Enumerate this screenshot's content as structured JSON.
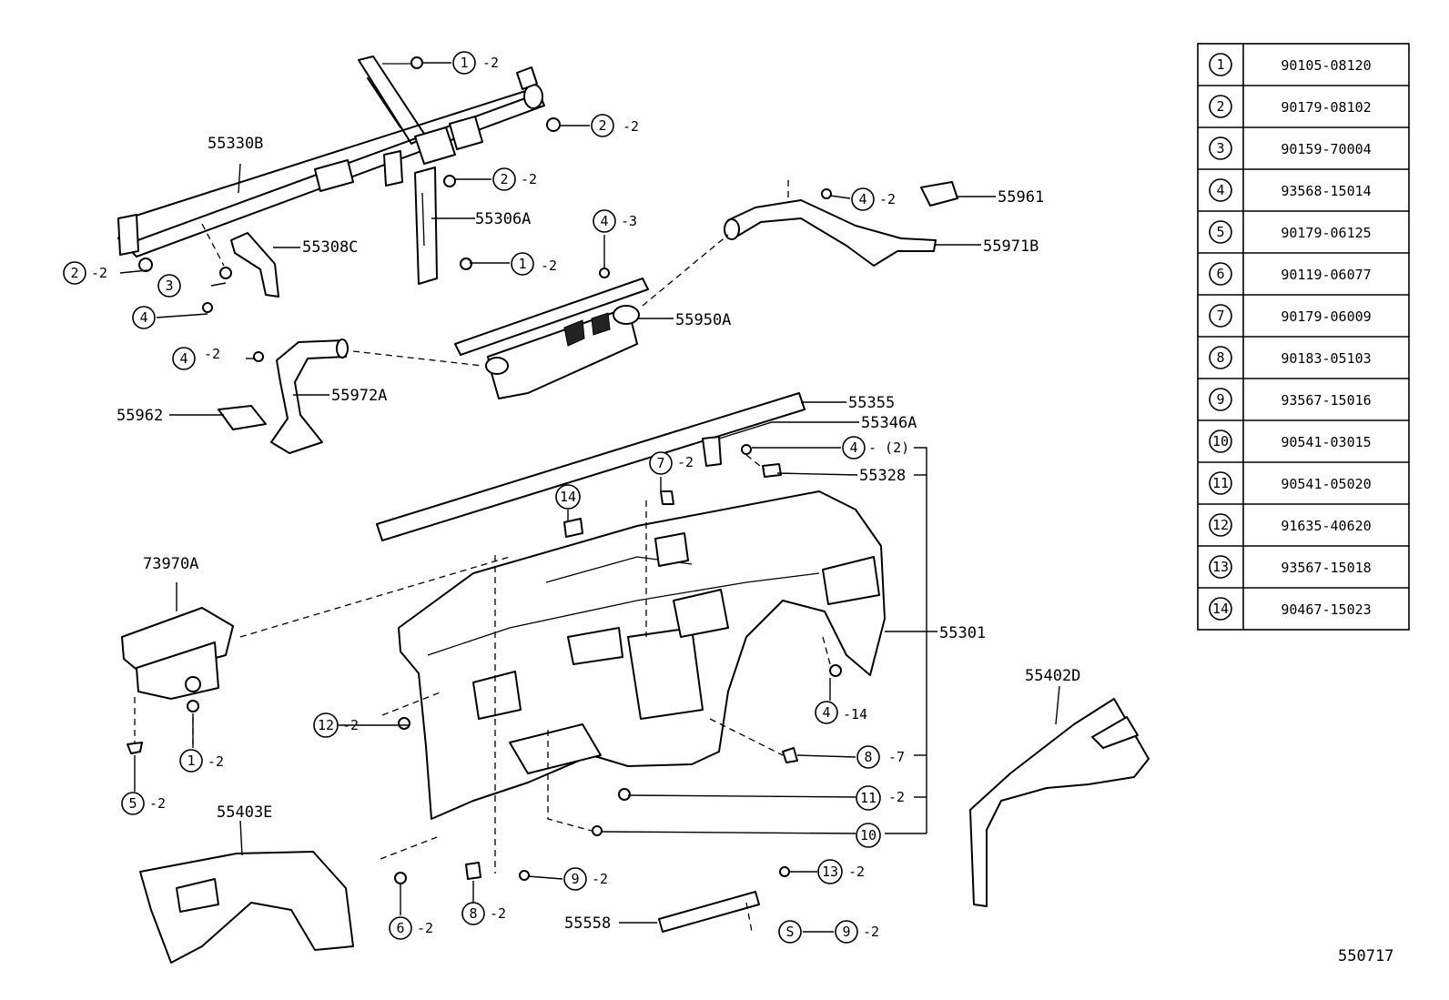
{
  "diagram": {
    "figure_number": "550717",
    "parts": {
      "p55330B": "55330B",
      "p55308C": "55308C",
      "p55306A": "55306A",
      "p55950A": "55950A",
      "p55961": "55961",
      "p55971B": "55971B",
      "p55972A": "55972A",
      "p55962": "55962",
      "p55355": "55355",
      "p55346A": "55346A",
      "p55328": "55328",
      "p73970A": "73970A",
      "p55301": "55301",
      "p55402D": "55402D",
      "p55403E": "55403E",
      "p55558": "55558"
    },
    "callouts": [
      {
        "num": "1",
        "qty": "-2"
      },
      {
        "num": "2",
        "qty": "-2"
      },
      {
        "num": "2",
        "qty": "-2"
      },
      {
        "num": "2",
        "qty": "-2"
      },
      {
        "num": "3",
        "qty": ""
      },
      {
        "num": "4",
        "qty": ""
      },
      {
        "num": "1",
        "qty": "-2"
      },
      {
        "num": "4",
        "qty": "-3"
      },
      {
        "num": "4",
        "qty": "-2"
      },
      {
        "num": "4",
        "qty": "-2"
      },
      {
        "num": "7",
        "qty": "-2"
      },
      {
        "num": "14",
        "qty": ""
      },
      {
        "num": "4",
        "qty": "- (2)"
      },
      {
        "num": "4",
        "qty": "-14"
      },
      {
        "num": "12",
        "qty": "-2"
      },
      {
        "num": "1",
        "qty": "-2"
      },
      {
        "num": "5",
        "qty": "-2"
      },
      {
        "num": "8",
        "qty": "-7"
      },
      {
        "num": "11",
        "qty": "-2"
      },
      {
        "num": "10",
        "qty": ""
      },
      {
        "num": "9",
        "qty": "-2"
      },
      {
        "num": "8",
        "qty": "-2"
      },
      {
        "num": "6",
        "qty": "-2"
      },
      {
        "num": "13",
        "qty": "-2"
      },
      {
        "num": "S",
        "qty": ""
      },
      {
        "num": "9",
        "qty": "-2"
      }
    ],
    "fastener_table": [
      {
        "ref": "1",
        "part": "90105-08120"
      },
      {
        "ref": "2",
        "part": "90179-08102"
      },
      {
        "ref": "3",
        "part": "90159-70004"
      },
      {
        "ref": "4",
        "part": "93568-15014"
      },
      {
        "ref": "5",
        "part": "90179-06125"
      },
      {
        "ref": "6",
        "part": "90119-06077"
      },
      {
        "ref": "7",
        "part": "90179-06009"
      },
      {
        "ref": "8",
        "part": "90183-05103"
      },
      {
        "ref": "9",
        "part": "93567-15016"
      },
      {
        "ref": "10",
        "part": "90541-03015"
      },
      {
        "ref": "11",
        "part": "90541-05020"
      },
      {
        "ref": "12",
        "part": "91635-40620"
      },
      {
        "ref": "13",
        "part": "93567-15018"
      },
      {
        "ref": "14",
        "part": "90467-15023"
      }
    ]
  }
}
